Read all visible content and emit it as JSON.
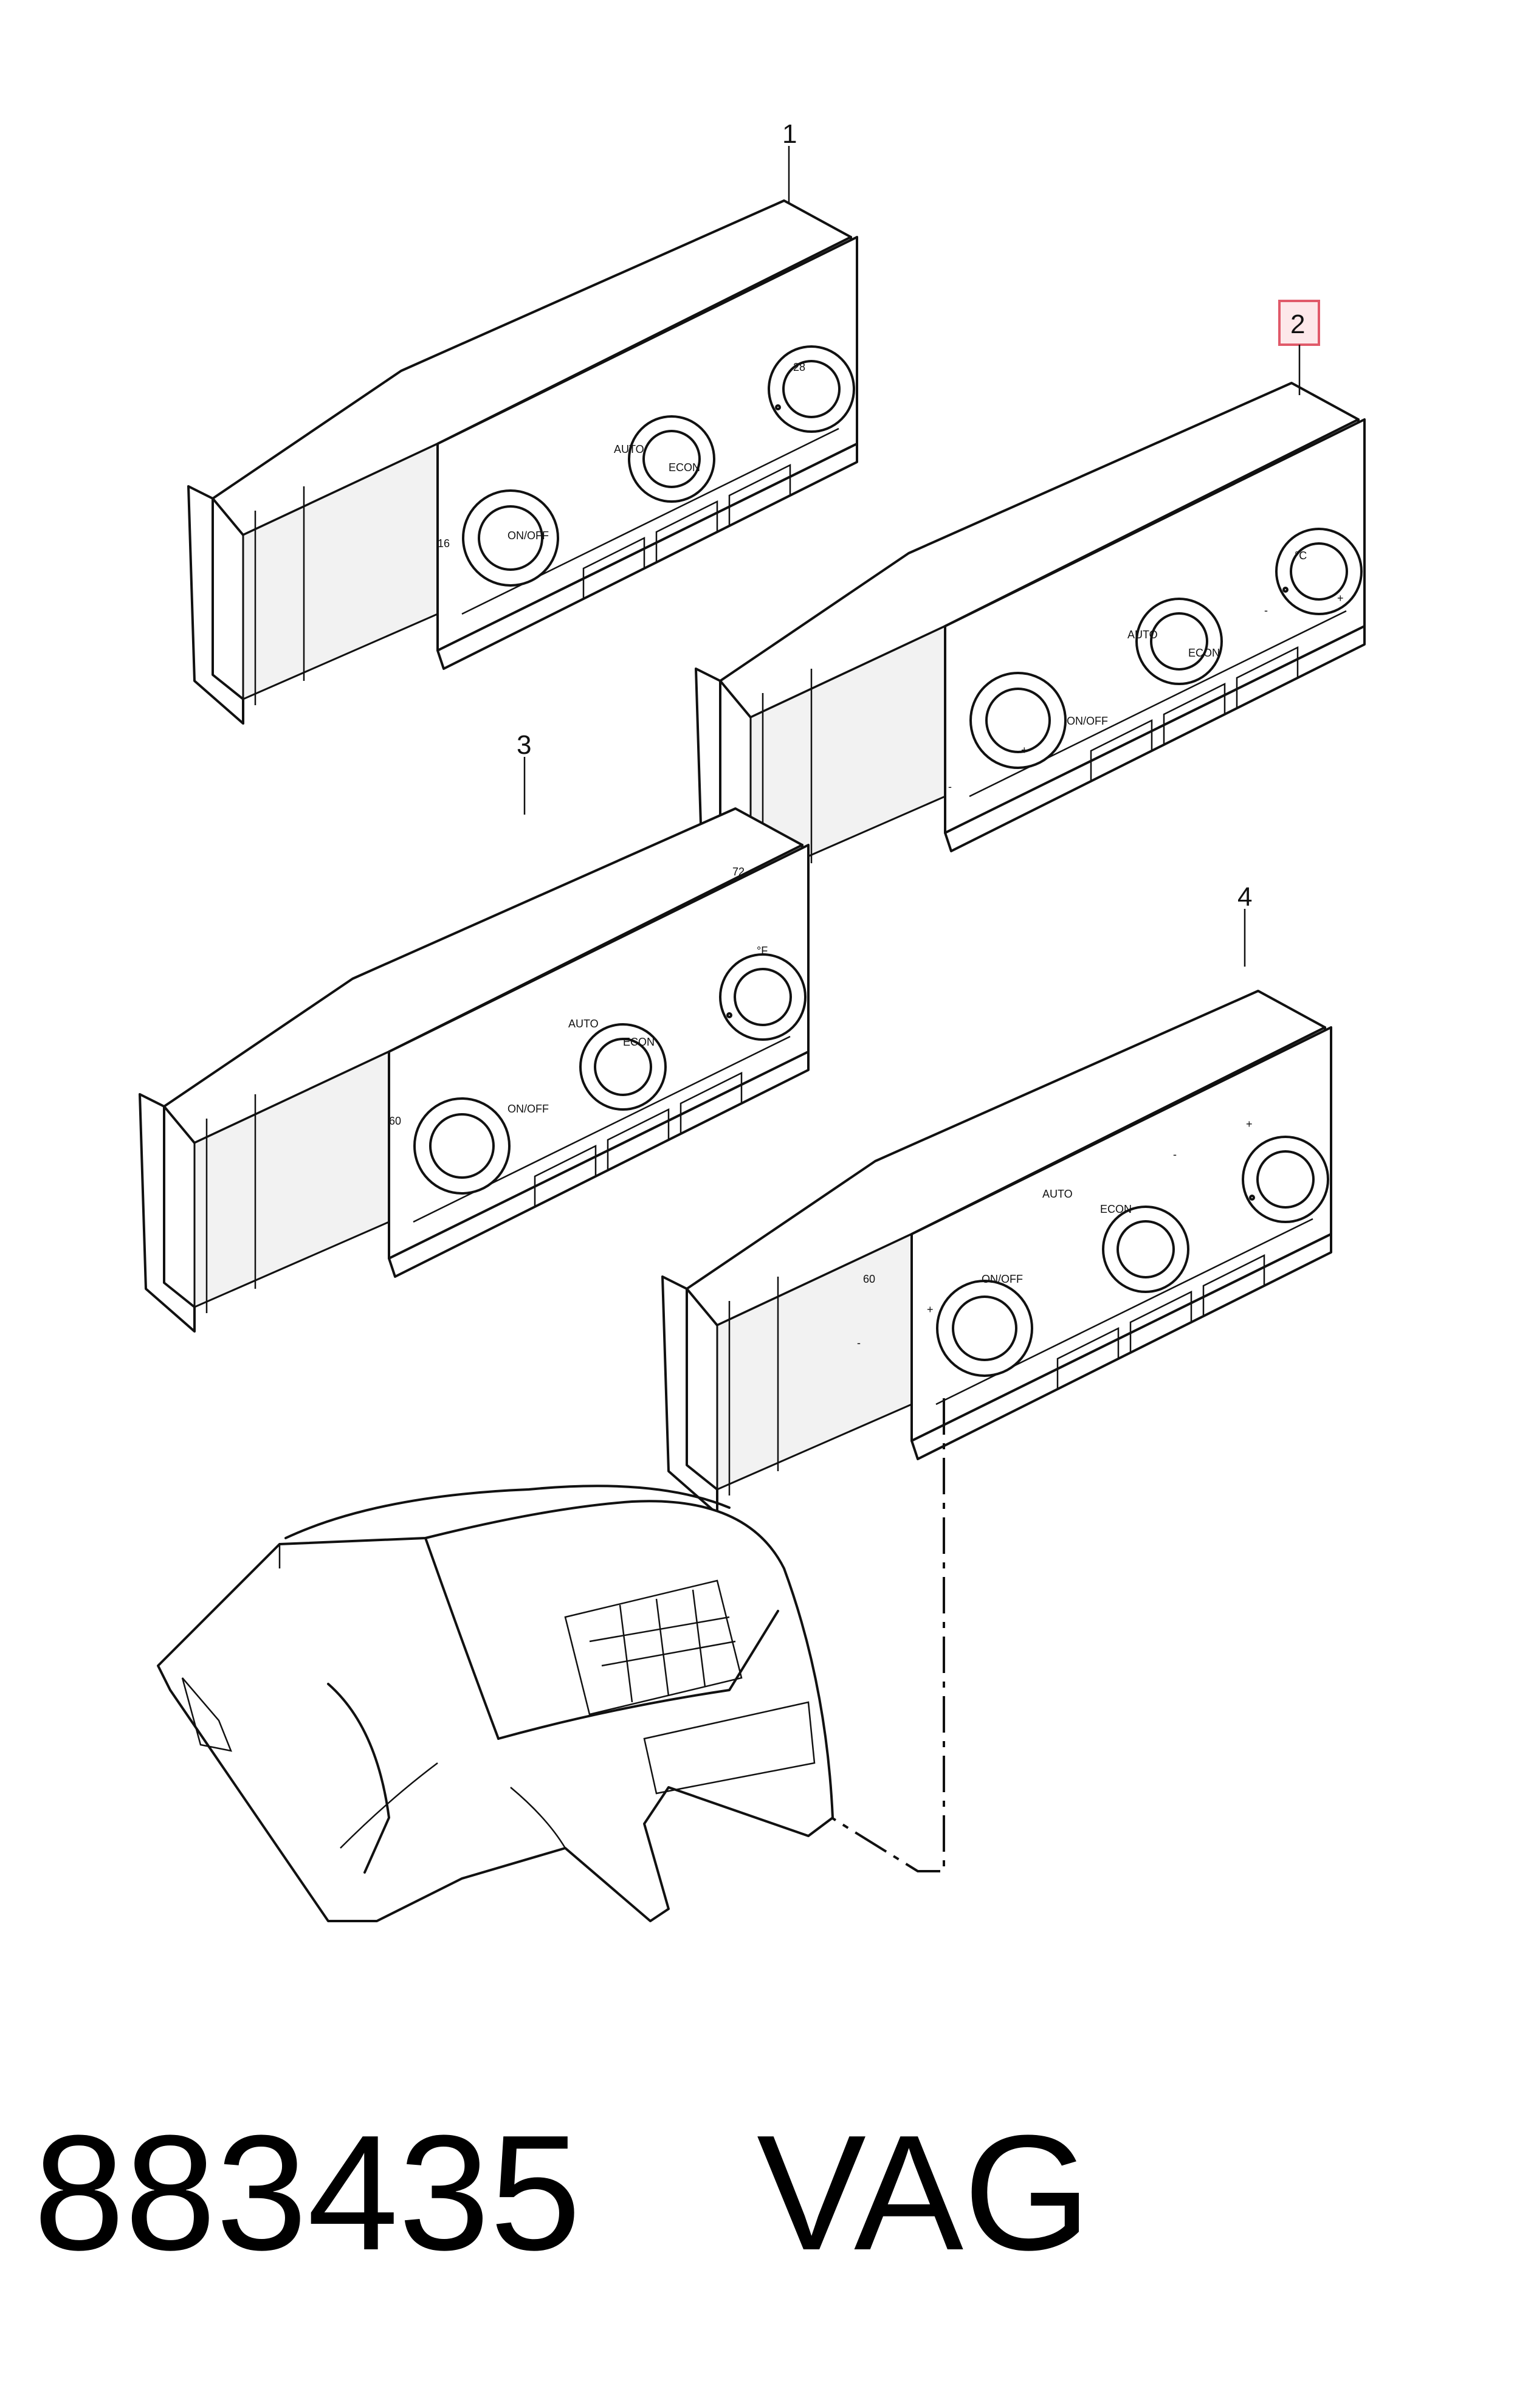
{
  "callouts": {
    "part1": "1",
    "part2": "2",
    "part3": "3",
    "part4": "4"
  },
  "panel_labels": {
    "on_off": "ON/OFF",
    "auto": "AUTO",
    "econ": "ECON",
    "plus": "+",
    "minus": "-",
    "scale_celsius": {
      "low": "16",
      "high": "28",
      "unit": "°C"
    },
    "scale_fahrenheit": {
      "low": "60",
      "high": "72",
      "unit": "°F"
    }
  },
  "colors": {
    "highlight_border": "#e05a6a",
    "highlight_fill": "#fde8ea"
  },
  "footer": {
    "part_number": "883435",
    "brand": "VAG"
  }
}
